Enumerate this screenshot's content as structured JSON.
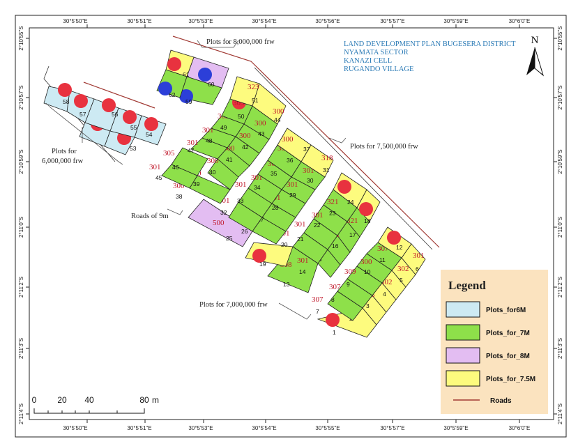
{
  "map_title": [
    "LAND DEVELOPMENT PLAN BUGESERA DISTRICT",
    "NYAMATA SECTOR",
    "KANAZI CELL",
    "RUGANDO VILLAGE"
  ],
  "north_label": "N",
  "top_lon_labels": [
    "30°5'50\"E",
    "30°5'51\"E",
    "30°5'53\"E",
    "30°5'54\"E",
    "30°5'56\"E",
    "30°5'57\"E",
    "30°5'59\"E",
    "30°6'0\"E"
  ],
  "bottom_lon_labels": [
    "30°5'50\"E",
    "30°5'51\"E",
    "30°5'53\"E",
    "30°5'54\"E",
    "30°5'55\"E",
    "30°5'57\"E",
    "30°5'59\"E",
    "30°6'0\"E"
  ],
  "left_lat_labels": [
    "2°10'55\"S",
    "2°10'57\"S",
    "2°10'59\"S",
    "2°11'0\"S",
    "2°11'2\"S",
    "2°11'3\"S",
    "2°11'4\"S"
  ],
  "right_lat_labels": [
    "2°10'55\"S",
    "2°10'57\"S",
    "2°10'59\"S",
    "2°11'0\"S",
    "2°11'2\"S",
    "2°11'3\"S",
    "2°11'4\"S"
  ],
  "annotations": {
    "plots_8m": "Plots for 8,000,000 frw",
    "plots_6m_line1": "Plots for",
    "plots_6m_line2": "6,000,000 frw",
    "plots_7_5m": "Plots for 7,500,000 frw",
    "roads_9m": "Roads of 9m",
    "plots_7m": "Plots for 7,000,000 frw"
  },
  "colors": {
    "plots_6m": "#cdeaf3",
    "plots_7m": "#8ee04a",
    "plots_8m": "#e3bdf2",
    "plots_7_5m": "#fdfb7e",
    "road": "#a13a34",
    "marker_red": "#e8323f",
    "marker_blue": "#2c3fd8",
    "legend_bg": "#fbe3bf"
  },
  "legend": {
    "title": "Legend",
    "items": [
      {
        "label": "Plots_for6M",
        "kind": "plots_6m"
      },
      {
        "label": "Plots_for_7M",
        "kind": "plots_7m"
      },
      {
        "label": "Plots_for_8M",
        "kind": "plots_8m"
      },
      {
        "label": "Plots_for_7.5M",
        "kind": "plots_7_5m"
      },
      {
        "label": "Roads",
        "kind": "road"
      }
    ]
  },
  "scale_bar": {
    "ticks": [
      "0",
      "20",
      "40",
      "80"
    ],
    "unit": "m"
  },
  "plots": [
    {
      "num": "58",
      "size": "",
      "type": "plots_6m"
    },
    {
      "num": "57",
      "size": "",
      "type": "plots_6m"
    },
    {
      "num": "56",
      "size": "",
      "type": "plots_6m"
    },
    {
      "num": "55",
      "size": "",
      "type": "plots_6m"
    },
    {
      "num": "54",
      "size": "",
      "type": "plots_6m"
    },
    {
      "num": "52",
      "size": "",
      "type": "plots_6m"
    },
    {
      "num": "53",
      "size": "",
      "type": "plots_6m"
    },
    {
      "num": "61",
      "size": "",
      "type": "plots_7_5m"
    },
    {
      "num": "60",
      "size": "",
      "type": "plots_8m"
    },
    {
      "num": "62",
      "size": "",
      "type": "plots_7m"
    },
    {
      "num": "59",
      "size": "",
      "type": "plots_7m"
    },
    {
      "num": "51",
      "size": "323",
      "type": "plots_7_5m"
    },
    {
      "num": "50",
      "size": "309",
      "type": "plots_7m"
    },
    {
      "num": "44",
      "size": "300",
      "type": "plots_7_5m"
    },
    {
      "num": "49",
      "size": "309",
      "type": "plots_7m"
    },
    {
      "num": "43",
      "size": "300",
      "type": "plots_7m"
    },
    {
      "num": "48",
      "size": "301",
      "type": "plots_7m"
    },
    {
      "num": "42",
      "size": "300",
      "type": "plots_7m"
    },
    {
      "num": "47",
      "size": "301",
      "type": "plots_7m"
    },
    {
      "num": "41",
      "size": "300",
      "type": "plots_7m"
    },
    {
      "num": "46",
      "size": "305",
      "type": "plots_7m"
    },
    {
      "num": "40",
      "size": "300",
      "type": "plots_7m"
    },
    {
      "num": "45",
      "size": "301",
      "type": "plots_7m"
    },
    {
      "num": "39",
      "size": "300",
      "type": "plots_7m"
    },
    {
      "num": "38",
      "size": "300",
      "type": "plots_7m"
    },
    {
      "num": "37",
      "size": "300",
      "type": "plots_7_5m"
    },
    {
      "num": "31",
      "size": "318",
      "type": "plots_7_5m"
    },
    {
      "num": "36",
      "size": "300",
      "type": "plots_7m"
    },
    {
      "num": "30",
      "size": "301",
      "type": "plots_7m"
    },
    {
      "num": "35",
      "size": "301",
      "type": "plots_7m"
    },
    {
      "num": "29",
      "size": "301",
      "type": "plots_7m"
    },
    {
      "num": "34",
      "size": "301",
      "type": "plots_7m"
    },
    {
      "num": "28",
      "size": "301",
      "type": "plots_7m"
    },
    {
      "num": "33",
      "size": "301",
      "type": "plots_7m"
    },
    {
      "num": "27",
      "size": "301",
      "type": "plots_7m"
    },
    {
      "num": "32",
      "size": "301",
      "type": "plots_7m"
    },
    {
      "num": "26",
      "size": "301",
      "type": "plots_7m"
    },
    {
      "num": "25",
      "size": "500",
      "type": "plots_8m"
    },
    {
      "num": "24",
      "size": "",
      "type": "plots_7_5m"
    },
    {
      "num": "18",
      "size": "",
      "type": "plots_7_5m"
    },
    {
      "num": "23",
      "size": "321",
      "type": "plots_7m"
    },
    {
      "num": "17",
      "size": "321",
      "type": "plots_7m"
    },
    {
      "num": "22",
      "size": "301",
      "type": "plots_7m"
    },
    {
      "num": "16",
      "size": "301",
      "type": "plots_7m"
    },
    {
      "num": "21",
      "size": "301",
      "type": "plots_7m"
    },
    {
      "num": "15",
      "size": "301",
      "type": "plots_7m"
    },
    {
      "num": "20",
      "size": "301",
      "type": "plots_7m"
    },
    {
      "num": "14",
      "size": "301",
      "type": "plots_7m"
    },
    {
      "num": "19",
      "size": "",
      "type": "plots_7_5m"
    },
    {
      "num": "13",
      "size": "308",
      "type": "plots_7m"
    },
    {
      "num": "12",
      "size": "",
      "type": "plots_7_5m"
    },
    {
      "num": "6",
      "size": "301",
      "type": "plots_7_5m"
    },
    {
      "num": "11",
      "size": "307",
      "type": "plots_7m"
    },
    {
      "num": "5",
      "size": "302",
      "type": "plots_7_5m"
    },
    {
      "num": "10",
      "size": "300",
      "type": "plots_7m"
    },
    {
      "num": "4",
      "size": "302",
      "type": "plots_7_5m"
    },
    {
      "num": "9",
      "size": "309",
      "type": "plots_7m"
    },
    {
      "num": "3",
      "size": "303",
      "type": "plots_7_5m"
    },
    {
      "num": "8",
      "size": "307",
      "type": "plots_7m"
    },
    {
      "num": "2",
      "size": "303",
      "type": "plots_7_5m"
    },
    {
      "num": "7",
      "size": "307",
      "type": "plots_7m"
    },
    {
      "num": "1",
      "size": "",
      "type": "plots_7_5m"
    }
  ]
}
